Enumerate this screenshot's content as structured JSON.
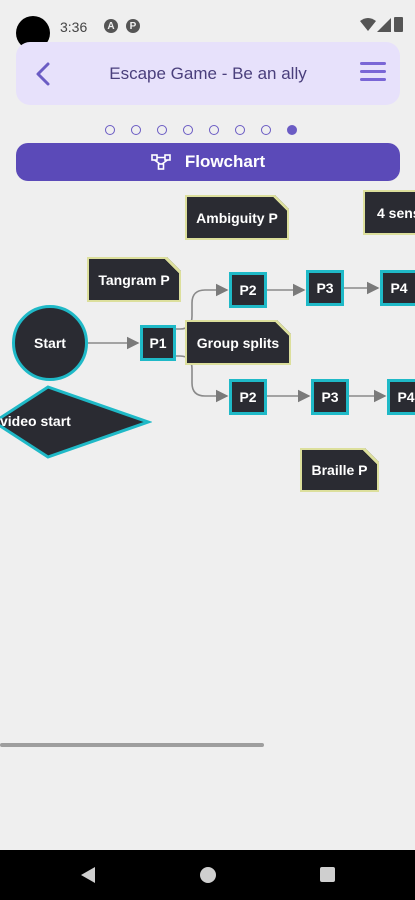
{
  "status_bar": {
    "time": "3:36",
    "icon_a": "A",
    "icon_b": "P"
  },
  "app_bar": {
    "title": "Escape Game - Be an ally"
  },
  "page_indicator": {
    "count": 8,
    "active_index": 7
  },
  "tab": {
    "label": "Flowchart",
    "icon": "flowchart-icon"
  },
  "flowchart": {
    "nodes": {
      "start": "Start",
      "video_start": "video start",
      "p1": "P1",
      "p2_top": "P2",
      "p3_top": "P3",
      "p4_top": "P4",
      "p2_bottom": "P2",
      "p3_bottom": "P3",
      "p4_bottom": "P4"
    },
    "notes": {
      "ambiguity": "Ambiguity P",
      "four_sens": "4 sens",
      "tangram": "Tangram P",
      "group_splits": "Group splits",
      "braille": "Braille P"
    }
  },
  "colors": {
    "accent": "#5b4ab8",
    "app_bar_bg": "#e7e1fb",
    "node_fill": "#2a2b32",
    "node_border": "#1fb9c7",
    "note_border": "#dcdf9c"
  }
}
